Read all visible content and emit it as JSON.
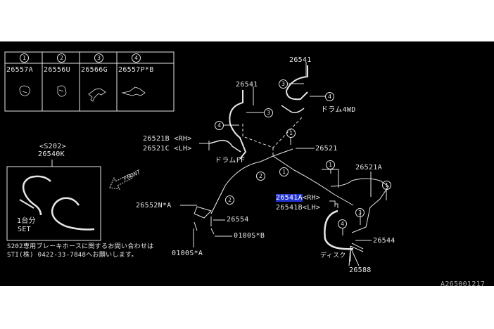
{
  "legend_table": {
    "columns": [
      {
        "num": "1",
        "part": "26557A"
      },
      {
        "num": "2",
        "part": "26556U"
      },
      {
        "num": "3",
        "part": "26566G"
      },
      {
        "num": "4",
        "part": "26557P*B"
      }
    ]
  },
  "s202_set": {
    "model": "<S202>",
    "part": "26540K",
    "qty_label": "1台分",
    "set_label": "SET",
    "note_line1": "S202専用ブレーキホースに関するお問い合わせは",
    "note_line2": "STI(株) 0422-33-7848へお願いします。"
  },
  "front_label": "FRONT",
  "labels": {
    "p26541_left": "26541",
    "p26541_right": "26541",
    "drum_4wd": "ドラム4WD",
    "p26521B": "26521B <RH>",
    "p26521C": "26521C <LH>",
    "drum_ff": "ドラムFF",
    "p26521": "26521",
    "p26521A": "26521A",
    "p26541A": "26541A",
    "p26541A_side": "<RH>",
    "p26541B": "26541B<LH>",
    "p26552N": "26552N*A",
    "p26554": "26554",
    "p0100S_B": "0100S*B",
    "p0100S_A": "0100S*A",
    "p26544": "26544",
    "disc": "ディスク",
    "p26588": "26588",
    "diagram_id": "A265001217"
  },
  "callouts": [
    "1",
    "2",
    "3",
    "4"
  ],
  "colors": {
    "background": "#000000",
    "lines": "#e6e6e6",
    "highlight": "#2333d0"
  }
}
